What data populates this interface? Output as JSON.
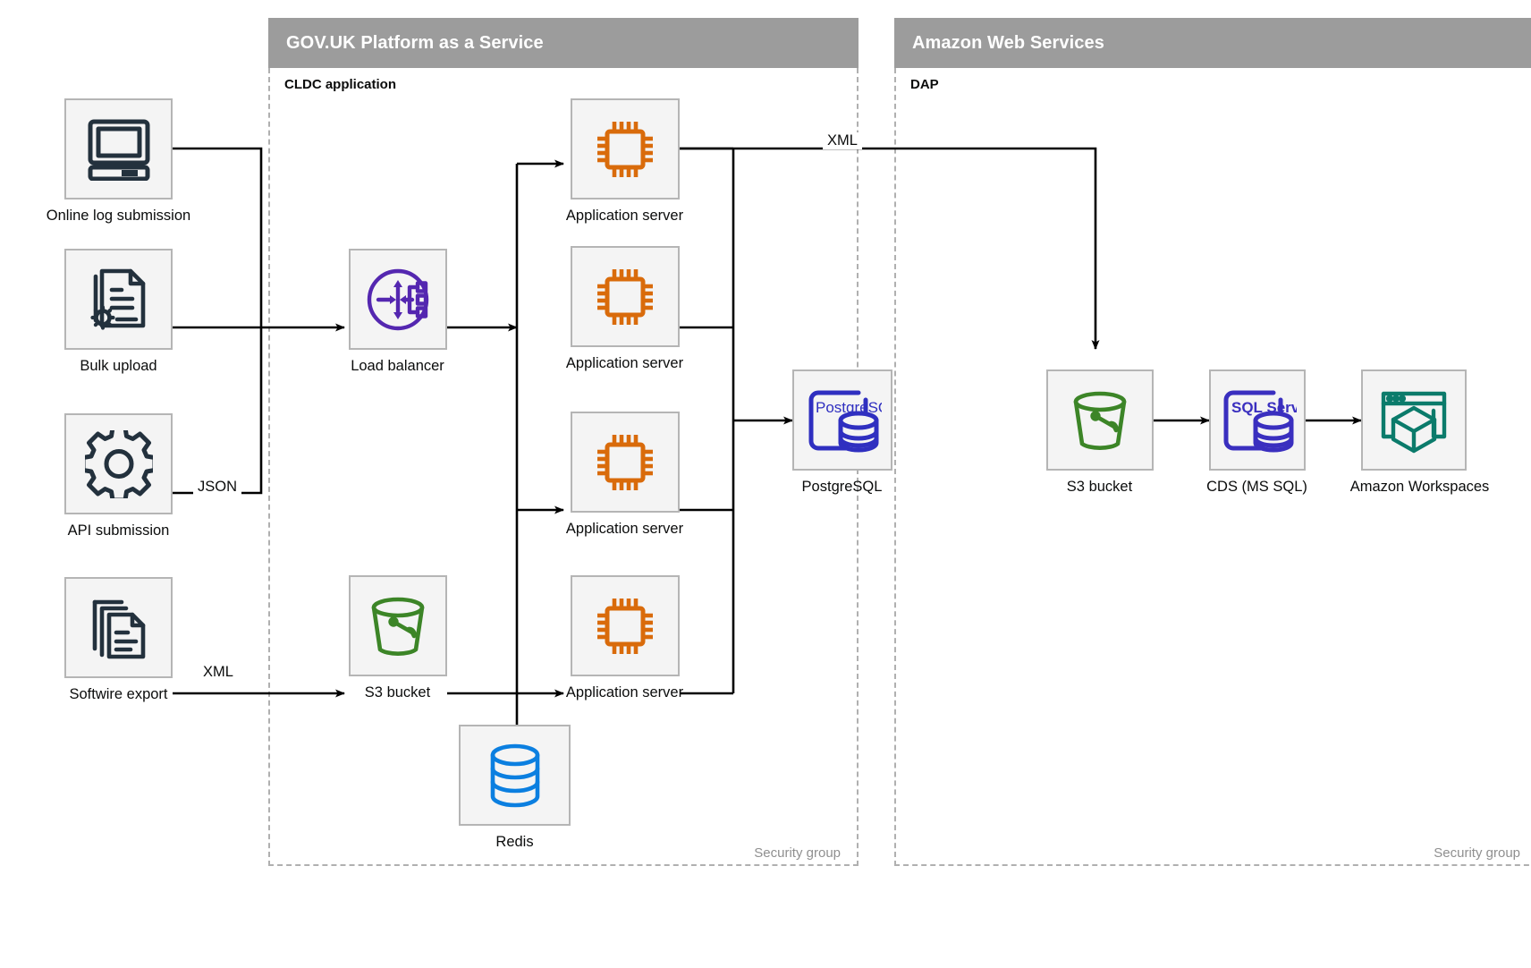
{
  "groups": [
    {
      "id": "paas",
      "title": "GOV.UK Platform as a Service",
      "sub_title": "CLDC application",
      "security_label": "Security group"
    },
    {
      "id": "aws",
      "title": "Amazon Web Services",
      "sub_title": "DAP",
      "security_label": "Security group"
    }
  ],
  "nodes": [
    {
      "id": "online-log-submission",
      "label": "Online log submission",
      "icon": "desktop-computer-icon",
      "color": "#23313d"
    },
    {
      "id": "bulk-upload",
      "label": "Bulk upload",
      "icon": "document-gear-icon",
      "color": "#23313d"
    },
    {
      "id": "api-submission",
      "label": "API submission",
      "icon": "gear-icon",
      "color": "#23313d"
    },
    {
      "id": "softwire-export",
      "label": "Softwire export",
      "icon": "documents-stack-icon",
      "color": "#23313d"
    },
    {
      "id": "load-balancer",
      "label": "Load balancer",
      "icon": "load-balancer-icon",
      "color": "#5427b0"
    },
    {
      "id": "app-server-1",
      "label": "Application server",
      "icon": "cpu-chip-icon",
      "color": "#d96b0b"
    },
    {
      "id": "app-server-2",
      "label": "Application server",
      "icon": "cpu-chip-icon",
      "color": "#d96b0b"
    },
    {
      "id": "app-server-3",
      "label": "Application server",
      "icon": "cpu-chip-icon",
      "color": "#d96b0b"
    },
    {
      "id": "app-server-4",
      "label": "Application server",
      "icon": "cpu-chip-icon",
      "color": "#d96b0b"
    },
    {
      "id": "postgresql",
      "label": "PostgreSQL",
      "icon": "postgresql-database-icon",
      "color": "#2f2fc0",
      "badge": "PostgreSQL"
    },
    {
      "id": "s3-bucket-paas",
      "label": "S3 bucket",
      "icon": "s3-bucket-icon",
      "color": "#3c8527"
    },
    {
      "id": "redis",
      "label": "Redis",
      "icon": "redis-database-icon",
      "color": "#0b7fe0"
    },
    {
      "id": "s3-bucket-aws",
      "label": "S3 bucket",
      "icon": "s3-bucket-icon",
      "color": "#3c8527"
    },
    {
      "id": "cds-ms-sql",
      "label": "CDS (MS SQL)",
      "icon": "sql-server-database-icon",
      "color": "#3a2fbf",
      "badge": "SQL Server"
    },
    {
      "id": "amazon-workspaces",
      "label": "Amazon Workspaces",
      "icon": "amazon-workspaces-icon",
      "color": "#0b7b6b"
    }
  ],
  "edge_labels": [
    {
      "id": "json-label",
      "text": "JSON"
    },
    {
      "id": "xml-softwire-label",
      "text": "XML"
    },
    {
      "id": "xml-dap-label",
      "text": "XML"
    }
  ],
  "colors": {
    "header_bg": "#9c9c9c",
    "header_text": "#ffffff",
    "tile_bg": "#f4f4f4",
    "tile_border": "#b5b5b5",
    "dashed_border": "#b0b0b0",
    "text": "#0b0c0c",
    "muted_text": "#8f8f8f",
    "edge": "#000000"
  }
}
